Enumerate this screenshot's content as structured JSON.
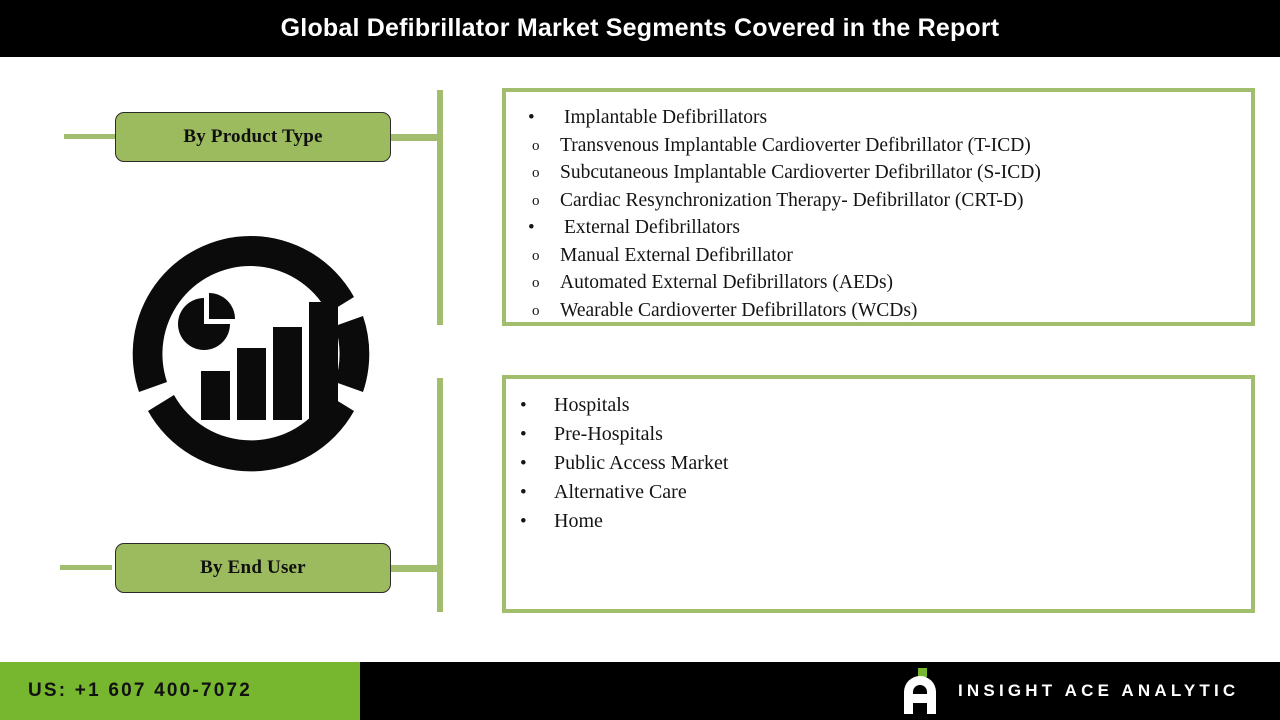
{
  "header": {
    "title": "Global Defibrillator Market Segments Covered in the Report"
  },
  "colors": {
    "title_bar_bg": "#000000",
    "label_box_fill": "#9cba5e",
    "box_border": "#a3bd6e",
    "footer_green": "#76b72f",
    "footer_bg": "#000000",
    "text": "#141414"
  },
  "segments": [
    {
      "label": "By Product Type",
      "items": [
        {
          "text": "Implantable Defibrillators",
          "bullet": "•",
          "children": [
            {
              "text": "Transvenous Implantable Cardioverter Defibrillator (T-ICD)",
              "bullet": "o"
            },
            {
              "text": "Subcutaneous Implantable Cardioverter Defibrillator (S-ICD)",
              "bullet": "o"
            },
            {
              "text": "Cardiac Resynchronization Therapy- Defibrillator (CRT-D)",
              "bullet": "o"
            }
          ]
        },
        {
          "text": "External Defibrillators",
          "bullet": "•",
          "children": [
            {
              "text": "Manual External Defibrillator",
              "bullet": "o"
            },
            {
              "text": "Automated External Defibrillators (AEDs)",
              "bullet": "o"
            },
            {
              "text": "Wearable Cardioverter Defibrillators (WCDs)",
              "bullet": "o"
            }
          ]
        }
      ]
    },
    {
      "label": "By End User",
      "items": [
        {
          "text": "Hospitals",
          "bullet": "•"
        },
        {
          "text": "Pre-Hospitals",
          "bullet": "•"
        },
        {
          "text": "Public Access Market",
          "bullet": "•"
        },
        {
          "text": "Alternative Care",
          "bullet": "•"
        },
        {
          "text": "Home",
          "bullet": "•"
        }
      ]
    }
  ],
  "illustration": {
    "icon": "market-analytics-icon",
    "description": "segmented ring with pie chart and ascending bar chart"
  },
  "footer": {
    "phone": "US: +1 607 400-7072",
    "brand_name": "INSIGHT ACE ANALYTIC",
    "brand_mark": "letter-a-logo-icon"
  }
}
